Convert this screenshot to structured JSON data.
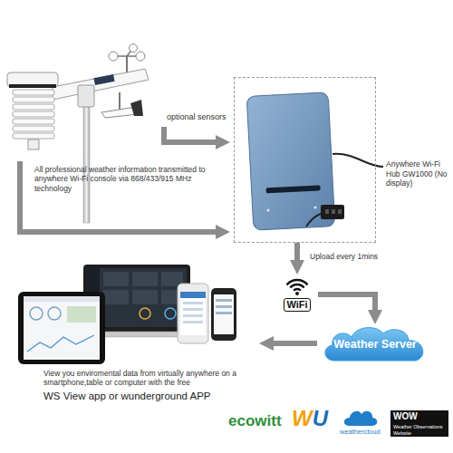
{
  "diagram": {
    "nodes": [
      {
        "text": [
          "Anywhere Wi-Fi Hub GW1000 (No display)"
        ]
      },
      {
        "text": [
          "WiFi"
        ]
      },
      {
        "text": [
          "Weather Server"
        ]
      }
    ],
    "edges": [
      {
        "from": 0,
        "to": 1,
        "arrow": "to",
        "label": "Upload every 1mins"
      },
      {
        "from": 1,
        "to": 2,
        "arrow": "to"
      }
    ],
    "labels": [
      "optional sensors",
      "All professional weather information transmitted to anywhere Wi-Fi console via 868/433/915 MHz technology",
      "View you enviromental data from virtually anywhere on a smartphone,table or computer with the free",
      "WS View app or wunderground APP",
      "ecowitt",
      "WU",
      "weathercloud",
      "WOW",
      "Weather Observations Website"
    ]
  }
}
